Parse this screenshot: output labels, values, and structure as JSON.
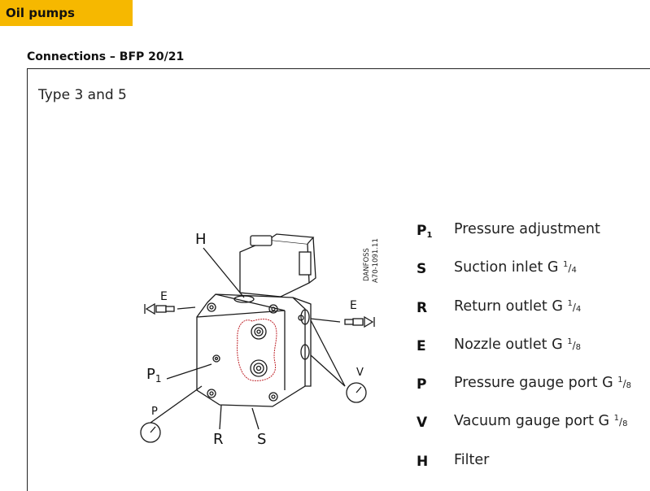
{
  "section_tab": "Oil pumps",
  "heading": "Connections – BFP 20/21",
  "type_label": "Type 3 and 5",
  "diagram": {
    "labels": {
      "H": "H",
      "E_left": "E",
      "E_right": "E",
      "P1_main": "P",
      "P1_sub": "1",
      "P": "P",
      "V": "V",
      "R": "R",
      "S": "S"
    },
    "danfoss_line1": "DANFOSS",
    "danfoss_line2": "A70-1091.11"
  },
  "legend": [
    {
      "code": "P",
      "sub": "1",
      "desc": "Pressure adjustment",
      "size": ""
    },
    {
      "code": "S",
      "sub": "",
      "desc": "Suction inlet G ",
      "size_num": "1",
      "size_den": "4"
    },
    {
      "code": "R",
      "sub": "",
      "desc": "Return outlet G ",
      "size_num": "1",
      "size_den": "4"
    },
    {
      "code": "E",
      "sub": "",
      "desc": "Nozzle outlet G ",
      "size_num": "1",
      "size_den": "8"
    },
    {
      "code": "P",
      "sub": "",
      "desc": "Pressure gauge port G ",
      "size_num": "1",
      "size_den": "8"
    },
    {
      "code": "V",
      "sub": "",
      "desc": "Vacuum gauge port G ",
      "size_num": "1",
      "size_den": "8"
    },
    {
      "code": "H",
      "sub": "",
      "desc": "Filter",
      "size_num": "",
      "size_den": ""
    }
  ],
  "colors": {
    "tab": "#f6b800",
    "ink": "#1a1a1a",
    "annotation": "#c0272d"
  }
}
